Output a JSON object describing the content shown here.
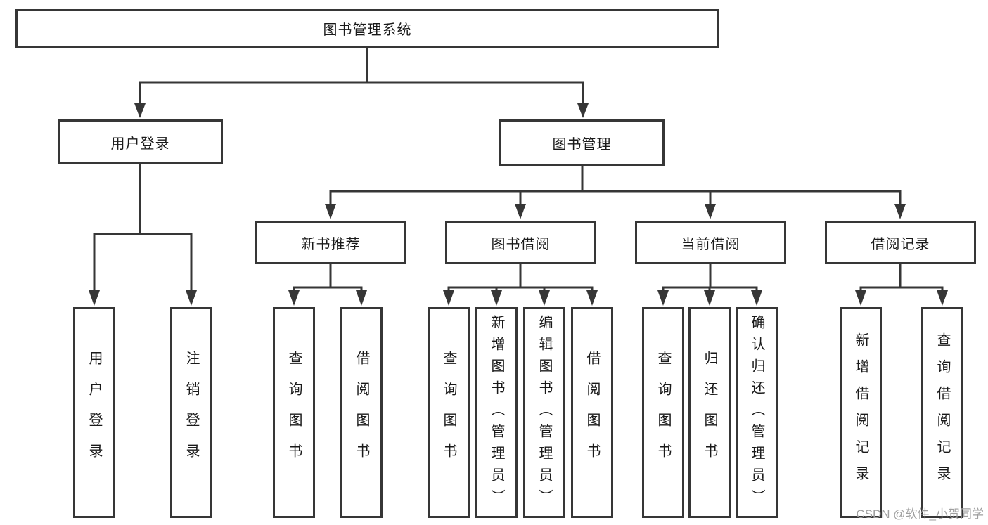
{
  "tree": {
    "root": {
      "label": "图书管理系统",
      "children": [
        {
          "label": "用户登录",
          "children": [
            {
              "label": "用户登录"
            },
            {
              "label": "注销登录"
            }
          ]
        },
        {
          "label": "图书管理",
          "children": [
            {
              "label": "新书推荐",
              "children": [
                {
                  "label": "查询图书"
                },
                {
                  "label": "借阅图书"
                }
              ]
            },
            {
              "label": "图书借阅",
              "children": [
                {
                  "label": "查询图书"
                },
                {
                  "label": "新增图书（管理员）"
                },
                {
                  "label": "编辑图书（管理员）"
                },
                {
                  "label": "借阅图书"
                }
              ]
            },
            {
              "label": "当前借阅",
              "children": [
                {
                  "label": "查询图书"
                },
                {
                  "label": "归还图书"
                },
                {
                  "label": "确认归还（管理员）"
                }
              ]
            },
            {
              "label": "借阅记录",
              "children": [
                {
                  "label": "新增借阅记录"
                },
                {
                  "label": "查询借阅记录"
                }
              ]
            }
          ]
        }
      ]
    }
  },
  "watermark": "CSDN @软件_小贺同学",
  "colors": {
    "line": "#363636",
    "text": "#1a1a1a",
    "background": "#ffffff",
    "watermark": "#9f9f9f"
  }
}
